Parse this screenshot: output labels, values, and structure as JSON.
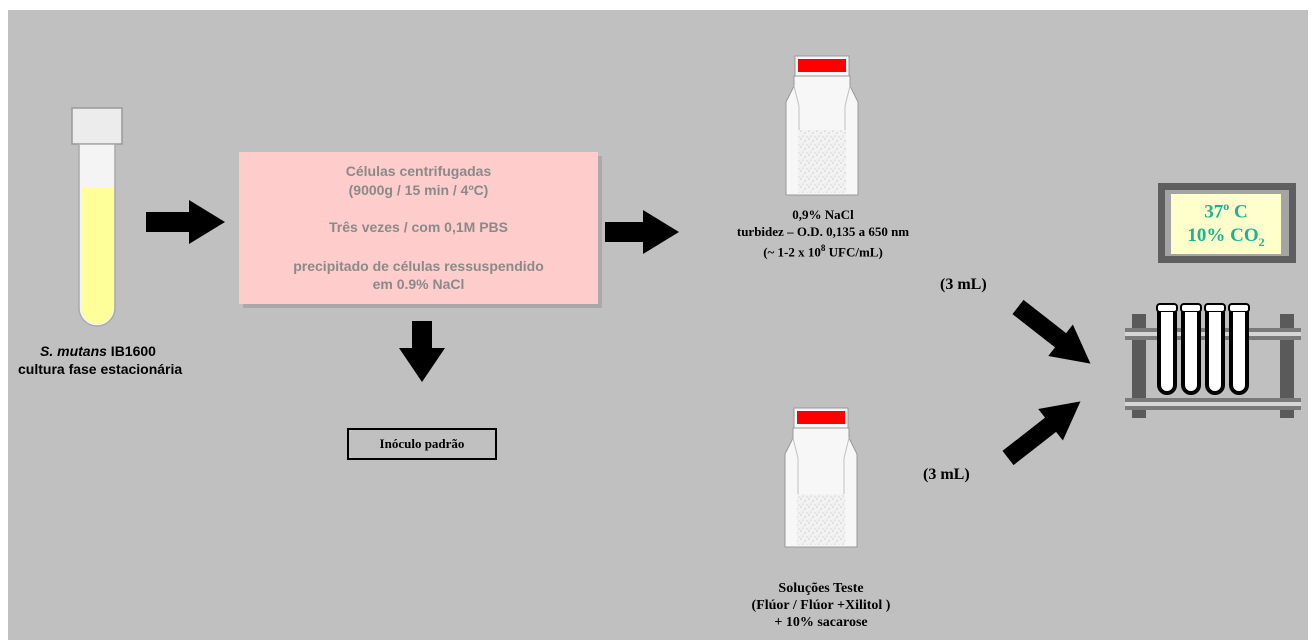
{
  "tube": {
    "species": "S. mutans",
    "strain": " IB1600",
    "culture": "cultura fase estacionária"
  },
  "process_box": {
    "line1": "Células centrifugadas",
    "line2": "(9000g / 15 min  / 4ºC)",
    "line3": "Três vezes / com  0,1M PBS",
    "line4": "precipitado de células ressuspendido",
    "line5": "em 0.9% NaCl"
  },
  "inoculum": {
    "label": "Inóculo padrão"
  },
  "bottle_top": {
    "line1": "0,9% NaCl",
    "line2": "turbidez – O.D. 0,135 a 650 nm",
    "line3_pre": "(~ 1-2 x 10",
    "line3_sup": "8",
    "line3_post": " UFC/mL)"
  },
  "bottle_bottom": {
    "line1": "Soluções Teste",
    "line2": "(Flúor / Flúor +Xilitol )",
    "line3": "+ 10% sacarose"
  },
  "volume_top": "(3 mL)",
  "volume_bottom": "(3 mL)",
  "incubator": {
    "temp": "37",
    "temp_sup": "o",
    "temp_unit": " C",
    "co2_pre": "10% CO",
    "co2_sub": "2"
  },
  "colors": {
    "background": "#c0c0c0",
    "process_box": "#ffcccc",
    "tube_liquid": "#ffff99",
    "cap": "#ff0000",
    "incubator_screen": "#ffffcc",
    "incubator_text": "#1ab394"
  }
}
